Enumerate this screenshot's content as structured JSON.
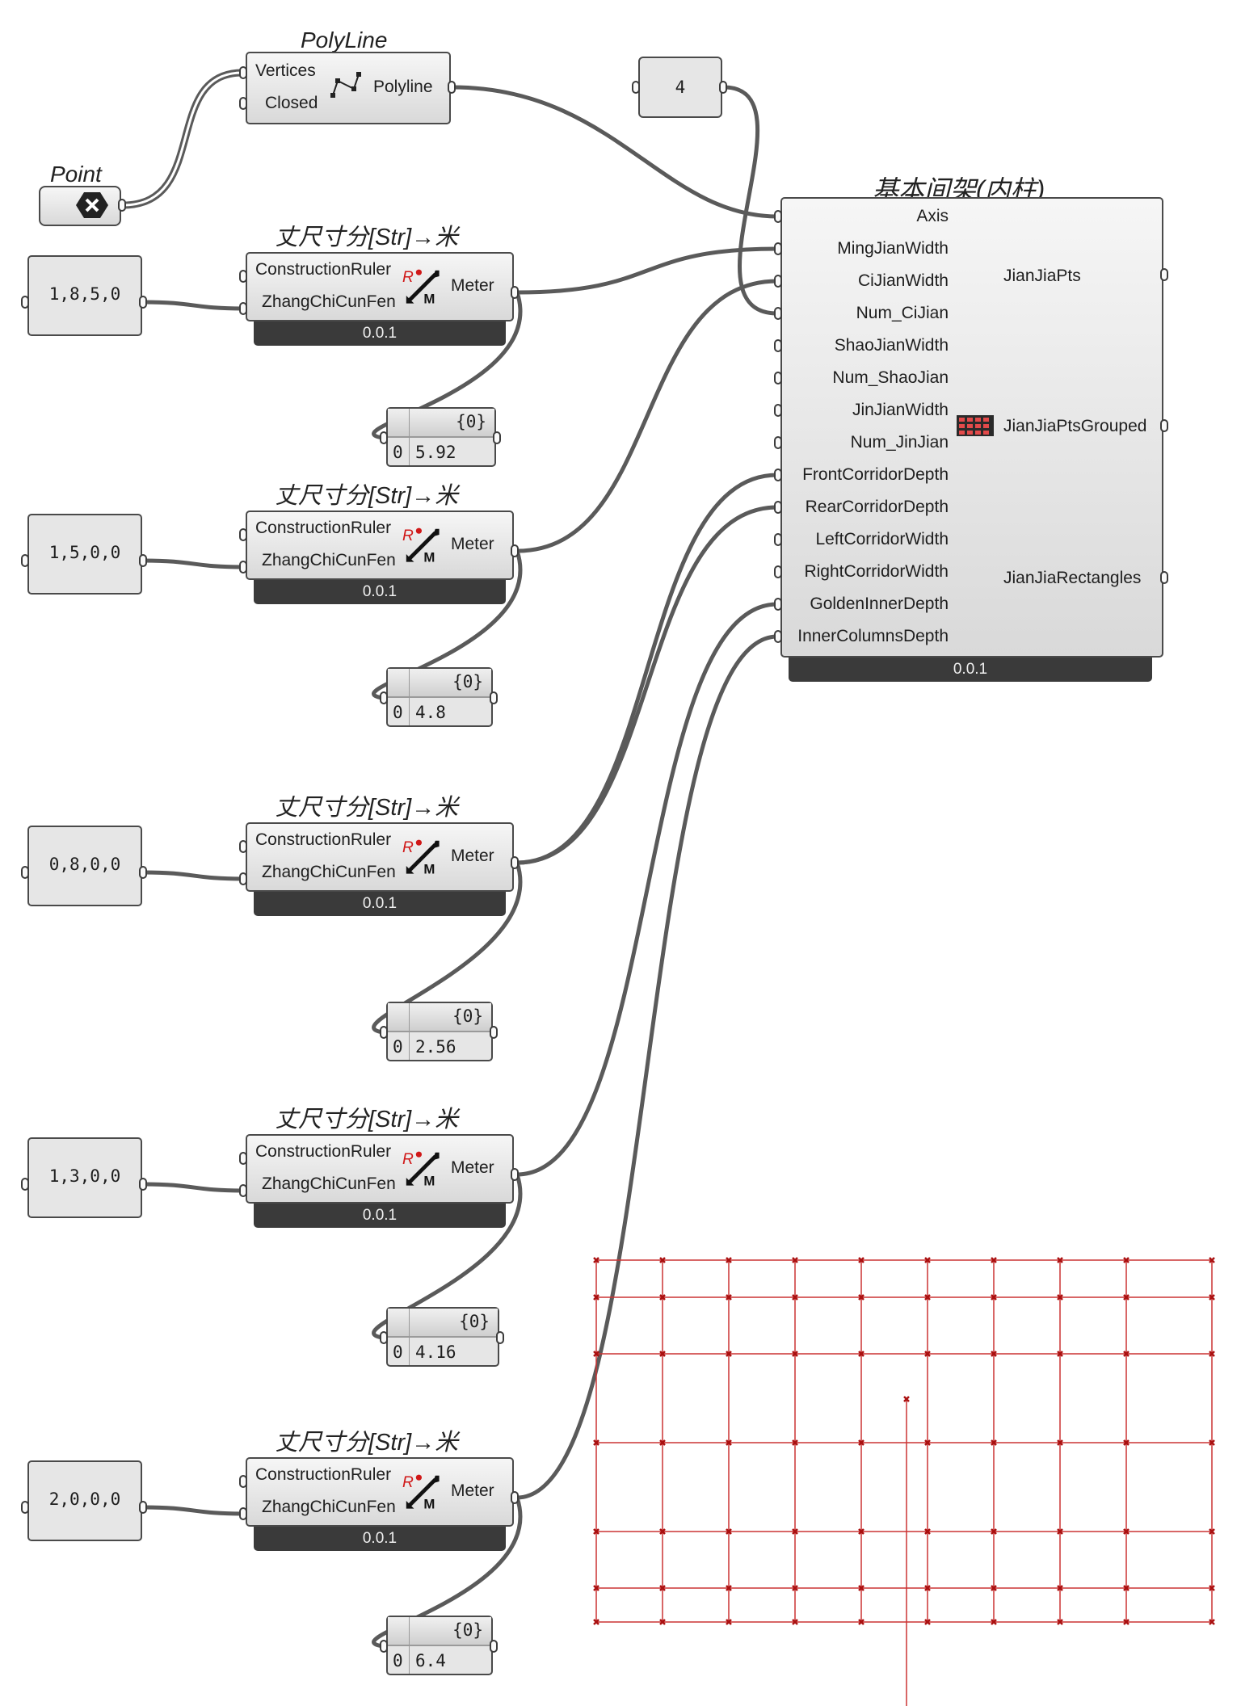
{
  "colors": {
    "wire": "#5a5a5a",
    "grid_line": "#cc3333",
    "grid_point": "#aa1111",
    "bar": "#3a3a3a"
  },
  "polyline": {
    "title": "PolyLine",
    "inputs": [
      "Vertices",
      "Closed"
    ],
    "output": "Polyline",
    "icon": "polyline-icon"
  },
  "point": {
    "title": "Point",
    "icon": "point-params-icon"
  },
  "integer_param": {
    "value": "4"
  },
  "main_component": {
    "title": "基本间架(内柱)",
    "inputs": [
      "Axis",
      "MingJianWidth",
      "CiJianWidth",
      "Num_CiJian",
      "ShaoJianWidth",
      "Num_ShaoJian",
      "JinJianWidth",
      "Num_JinJian",
      "FrontCorridorDepth",
      "RearCorridorDepth",
      "LeftCorridorWidth",
      "RightCorridorWidth",
      "GoldenInnerDepth",
      "InnerColumnsDepth"
    ],
    "outputs": [
      "JianJiaPts",
      "JianJiaPtsGrouped",
      "JianJiaRectangles"
    ],
    "version": "0.0.1",
    "icon": "grid-matrix-icon"
  },
  "converters": [
    {
      "title": "丈尺寸分[Str]→米",
      "inputs": [
        "ConstructionRuler",
        "ZhangChiCunFen"
      ],
      "output": "Meter",
      "version": "0.0.1",
      "value_text": "1,8,5,0",
      "panel": {
        "path": "{0}",
        "index": "0",
        "value": "5.92"
      }
    },
    {
      "title": "丈尺寸分[Str]→米",
      "inputs": [
        "ConstructionRuler",
        "ZhangChiCunFen"
      ],
      "output": "Meter",
      "version": "0.0.1",
      "value_text": "1,5,0,0",
      "panel": {
        "path": "{0}",
        "index": "0",
        "value": "4.8"
      }
    },
    {
      "title": "丈尺寸分[Str]→米",
      "inputs": [
        "ConstructionRuler",
        "ZhangChiCunFen"
      ],
      "output": "Meter",
      "version": "0.0.1",
      "value_text": "0,8,0,0",
      "panel": {
        "path": "{0}",
        "index": "0",
        "value": "2.56"
      }
    },
    {
      "title": "丈尺寸分[Str]→米",
      "inputs": [
        "ConstructionRuler",
        "ZhangChiCunFen"
      ],
      "output": "Meter",
      "version": "0.0.1",
      "value_text": "1,3,0,0",
      "panel": {
        "path": "{0}",
        "index": "0",
        "value": "4.16"
      }
    },
    {
      "title": "丈尺寸分[Str]→米",
      "inputs": [
        "ConstructionRuler",
        "ZhangChiCunFen"
      ],
      "output": "Meter",
      "version": "0.0.1",
      "value_text": "2,0,0,0",
      "panel": {
        "path": "{0}",
        "index": "0",
        "value": "6.4"
      }
    }
  ],
  "wiring": [
    {
      "from": "integer_param",
      "to": "main_component.Num_CiJian"
    },
    {
      "from": "polyline.Polyline",
      "to": "main_component.Axis"
    },
    {
      "from": "point",
      "to": "polyline.Vertices"
    },
    {
      "from": "converters.0.Meter",
      "to": "main_component.MingJianWidth"
    },
    {
      "from": "converters.1.Meter",
      "to": "main_component.CiJianWidth"
    },
    {
      "from": "converters.2.Meter",
      "to": "main_component.FrontCorridorDepth"
    },
    {
      "from": "converters.2.Meter",
      "to": "main_component.RearCorridorDepth"
    },
    {
      "from": "converters.3.Meter",
      "to": "main_component.GoldenInnerDepth"
    },
    {
      "from": "converters.4.Meter",
      "to": "main_component.InnerColumnsDepth"
    }
  ]
}
